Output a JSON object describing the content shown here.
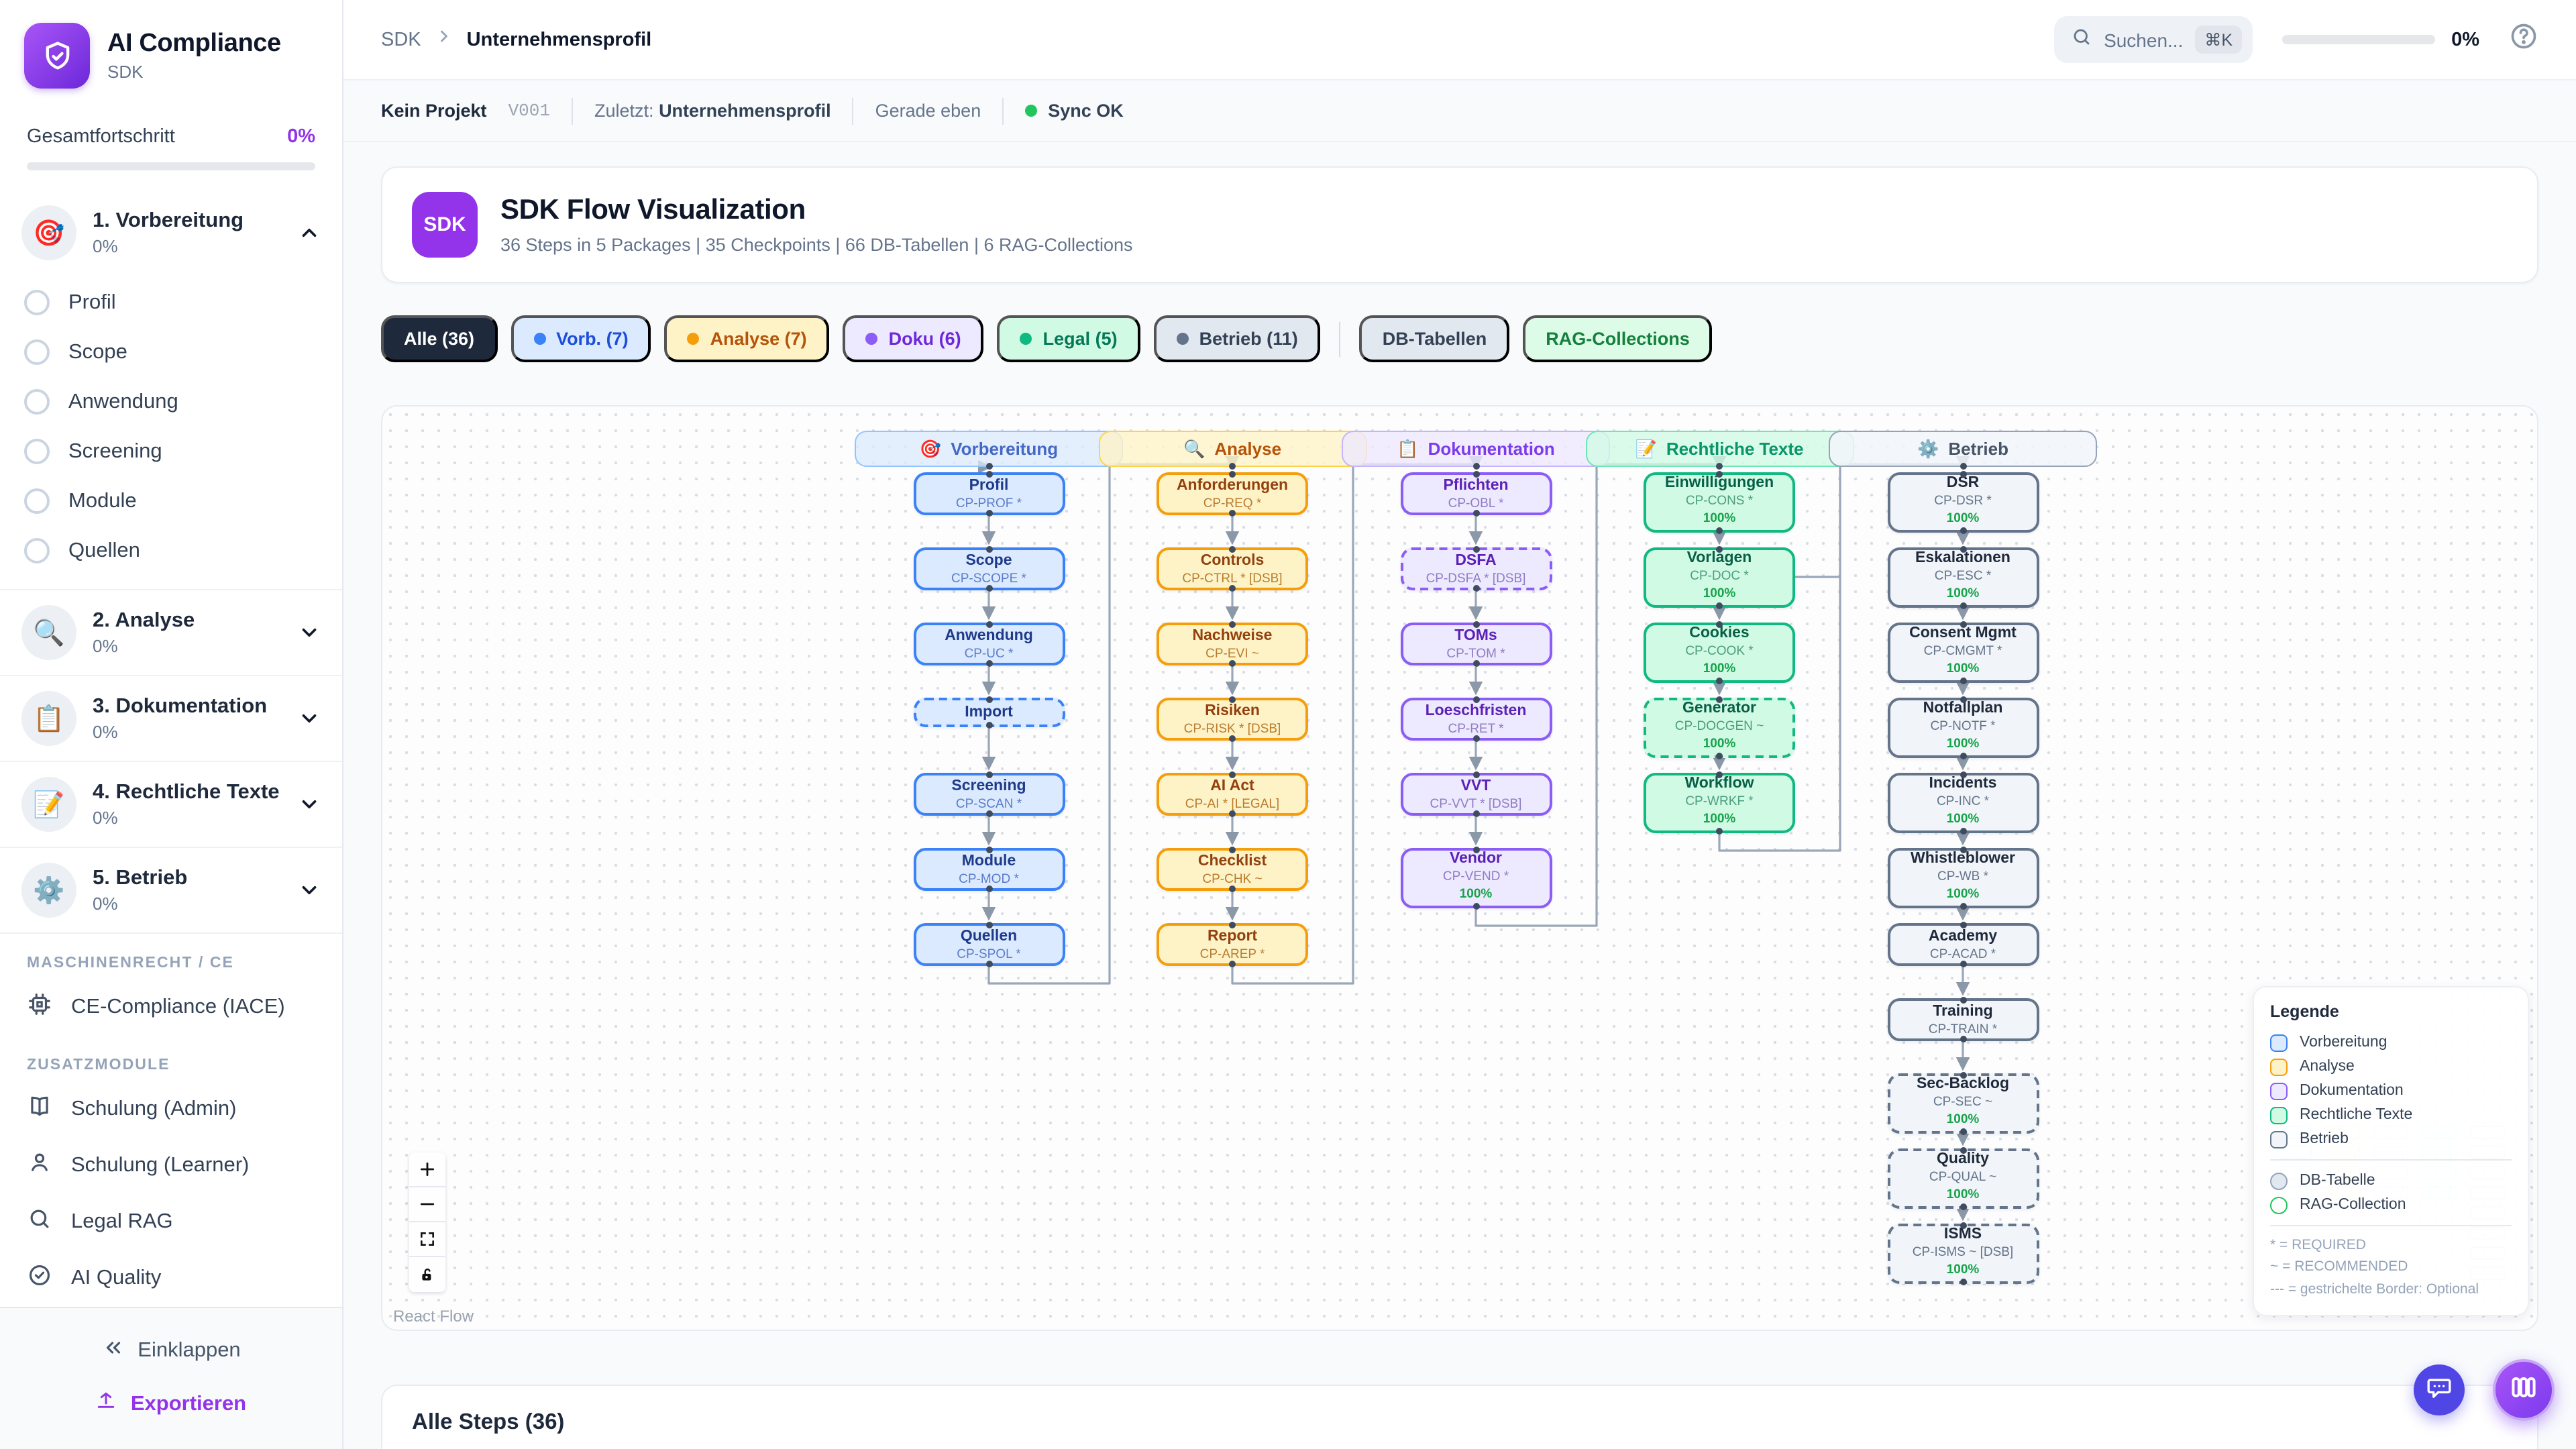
{
  "app": {
    "name": "AI Compliance",
    "subtitle": "SDK"
  },
  "sidebar": {
    "overall": {
      "label": "Gesamtfortschritt",
      "value": "0%"
    },
    "sections": [
      {
        "icon": "target-emoji",
        "emoji": "🎯",
        "label": "1. Vorbereitung",
        "pct": "0%",
        "expanded": true,
        "items": [
          "Profil",
          "Scope",
          "Anwendung",
          "Screening",
          "Module",
          "Quellen"
        ]
      },
      {
        "icon": "magnifier-emoji",
        "emoji": "🔍",
        "label": "2. Analyse",
        "pct": "0%",
        "expanded": false,
        "items": []
      },
      {
        "icon": "clipboard-emoji",
        "emoji": "📋",
        "label": "3. Dokumentation",
        "pct": "0%",
        "expanded": false,
        "items": []
      },
      {
        "icon": "memo-emoji",
        "emoji": "📝",
        "label": "4. Rechtliche Texte",
        "pct": "0%",
        "expanded": false,
        "items": []
      },
      {
        "icon": "gear-emoji",
        "emoji": "⚙️",
        "label": "5. Betrieb",
        "pct": "0%",
        "expanded": false,
        "items": []
      }
    ],
    "machine_group": {
      "label": "MASCHINENRECHT / CE",
      "items": [
        {
          "icon": "cpu-icon",
          "label": "CE-Compliance (IACE)"
        }
      ]
    },
    "extra_group": {
      "label": "ZUSATZMODULE",
      "items": [
        {
          "icon": "book-icon",
          "label": "Schulung (Admin)"
        },
        {
          "icon": "user-icon",
          "label": "Schulung (Learner)"
        },
        {
          "icon": "search-icon",
          "label": "Legal RAG"
        },
        {
          "icon": "check-circle-icon",
          "label": "AI Quality"
        }
      ]
    },
    "footer": {
      "collapse": "Einklappen",
      "export": "Exportieren"
    }
  },
  "header": {
    "breadcrumb": {
      "root": "SDK",
      "current": "Unternehmensprofil"
    },
    "search": {
      "placeholder": "Suchen...",
      "shortcut": "⌘K"
    },
    "progress": "0%"
  },
  "statusbar": {
    "project": "Kein Projekt",
    "version": "V001",
    "last_label": "Zuletzt:",
    "last_value": "Unternehmensprofil",
    "time": "Gerade eben",
    "sync": "Sync OK"
  },
  "hero": {
    "badge": "SDK",
    "title": "SDK Flow Visualization",
    "subtitle": "36 Steps in 5 Packages | 35 Checkpoints | 66 DB-Tabellen | 6 RAG-Collections"
  },
  "filters": [
    {
      "label": "Alle (36)",
      "style": "all",
      "dot": false
    },
    {
      "label": "Vorb. (7)",
      "style": "vorb",
      "dot": true
    },
    {
      "label": "Analyse (7)",
      "style": "analyse",
      "dot": true
    },
    {
      "label": "Doku (6)",
      "style": "doku",
      "dot": true
    },
    {
      "label": "Legal (5)",
      "style": "legal",
      "dot": true
    },
    {
      "label": "Betrieb (11)",
      "style": "betrieb",
      "dot": true
    },
    {
      "sep": true
    },
    {
      "label": "DB-Tabellen",
      "style": "db",
      "dot": false
    },
    {
      "label": "RAG-Collections",
      "style": "rag",
      "dot": false
    }
  ],
  "flow": {
    "columns": [
      {
        "key": "vorbereitung",
        "color": "blue",
        "emoji": "🎯",
        "header": "Vorbereitung",
        "nodes": [
          {
            "t": "Profil",
            "c": "CP-PROF *"
          },
          {
            "t": "Scope",
            "c": "CP-SCOPE *"
          },
          {
            "t": "Anwendung",
            "c": "CP-UC *"
          },
          {
            "t": "Import",
            "dashed": true
          },
          {
            "t": "Screening",
            "c": "CP-SCAN *"
          },
          {
            "t": "Module",
            "c": "CP-MOD *"
          },
          {
            "t": "Quellen",
            "c": "CP-SPOL *"
          }
        ]
      },
      {
        "key": "analyse",
        "color": "amber",
        "emoji": "🔍",
        "header": "Analyse",
        "nodes": [
          {
            "t": "Anforderungen",
            "c": "CP-REQ *"
          },
          {
            "t": "Controls",
            "c": "CP-CTRL * [DSB]"
          },
          {
            "t": "Nachweise",
            "c": "CP-EVI ~"
          },
          {
            "t": "Risiken",
            "c": "CP-RISK * [DSB]"
          },
          {
            "t": "AI Act",
            "c": "CP-AI * [LEGAL]"
          },
          {
            "t": "Checklist",
            "c": "CP-CHK ~"
          },
          {
            "t": "Report",
            "c": "CP-AREP *"
          }
        ]
      },
      {
        "key": "dokumentation",
        "color": "purple",
        "emoji": "📋",
        "header": "Dokumentation",
        "nodes": [
          {
            "t": "Pflichten",
            "c": "CP-OBL *"
          },
          {
            "t": "DSFA",
            "c": "CP-DSFA * [DSB]",
            "dashed": true
          },
          {
            "t": "TOMs",
            "c": "CP-TOM *"
          },
          {
            "t": "Loeschfristen",
            "c": "CP-RET *"
          },
          {
            "t": "VVT",
            "c": "CP-VVT * [DSB]"
          },
          {
            "t": "Vendor",
            "c": "CP-VEND *",
            "pct": "100%"
          }
        ]
      },
      {
        "key": "rechtliche-texte",
        "color": "green",
        "emoji": "📝",
        "header": "Rechtliche Texte",
        "nodes": [
          {
            "t": "Einwilligungen",
            "c": "CP-CONS *",
            "pct": "100%"
          },
          {
            "t": "Vorlagen",
            "c": "CP-DOC *",
            "pct": "100%"
          },
          {
            "t": "Cookies",
            "c": "CP-COOK *",
            "pct": "100%"
          },
          {
            "t": "Generator",
            "c": "CP-DOCGEN ~",
            "pct": "100%",
            "dashed": true
          },
          {
            "t": "Workflow",
            "c": "CP-WRKF *",
            "pct": "100%"
          }
        ]
      },
      {
        "key": "betrieb",
        "color": "slate",
        "emoji": "⚙️",
        "header": "Betrieb",
        "nodes": [
          {
            "t": "DSR",
            "c": "CP-DSR *",
            "pct": "100%"
          },
          {
            "t": "Eskalationen",
            "c": "CP-ESC *",
            "pct": "100%"
          },
          {
            "t": "Consent Mgmt",
            "c": "CP-CMGMT *",
            "pct": "100%"
          },
          {
            "t": "Notfallplan",
            "c": "CP-NOTF *",
            "pct": "100%"
          },
          {
            "t": "Incidents",
            "c": "CP-INC *",
            "pct": "100%"
          },
          {
            "t": "Whistleblower",
            "c": "CP-WB *",
            "pct": "100%"
          },
          {
            "t": "Academy",
            "c": "CP-ACAD *"
          },
          {
            "t": "Training",
            "c": "CP-TRAIN *"
          },
          {
            "t": "Sec-Backlog",
            "c": "CP-SEC ~",
            "pct": "100%",
            "dashed": true
          },
          {
            "t": "Quality",
            "c": "CP-QUAL ~",
            "pct": "100%",
            "dashed": true
          },
          {
            "t": "ISMS",
            "c": "CP-ISMS ~ [DSB]",
            "pct": "100%",
            "dashed": true
          }
        ]
      }
    ],
    "attribution": "React Flow",
    "controls": [
      "zoom-in",
      "zoom-out",
      "fit-view",
      "lock"
    ]
  },
  "legend": {
    "title": "Legende",
    "packages": [
      {
        "label": "Vorbereitung",
        "color": "blue"
      },
      {
        "label": "Analyse",
        "color": "amber"
      },
      {
        "label": "Dokumentation",
        "color": "purple"
      },
      {
        "label": "Rechtliche Texte",
        "color": "green"
      },
      {
        "label": "Betrieb",
        "color": "slate"
      }
    ],
    "shapes": [
      {
        "label": "DB-Tabelle",
        "kind": "db"
      },
      {
        "label": "RAG-Collection",
        "kind": "rag"
      }
    ],
    "notes": [
      "* = REQUIRED",
      "~ = RECOMMENDED",
      "--- = gestrichelte Border: Optional"
    ]
  },
  "steps_panel": {
    "title": "Alle Steps (36)"
  },
  "colors": {
    "accent_purple": "#9333ea",
    "sync_green": "#22c55e",
    "edge": "#9aa7b8",
    "progress_green": "#22c55e",
    "pct_green": "#16a34a"
  }
}
